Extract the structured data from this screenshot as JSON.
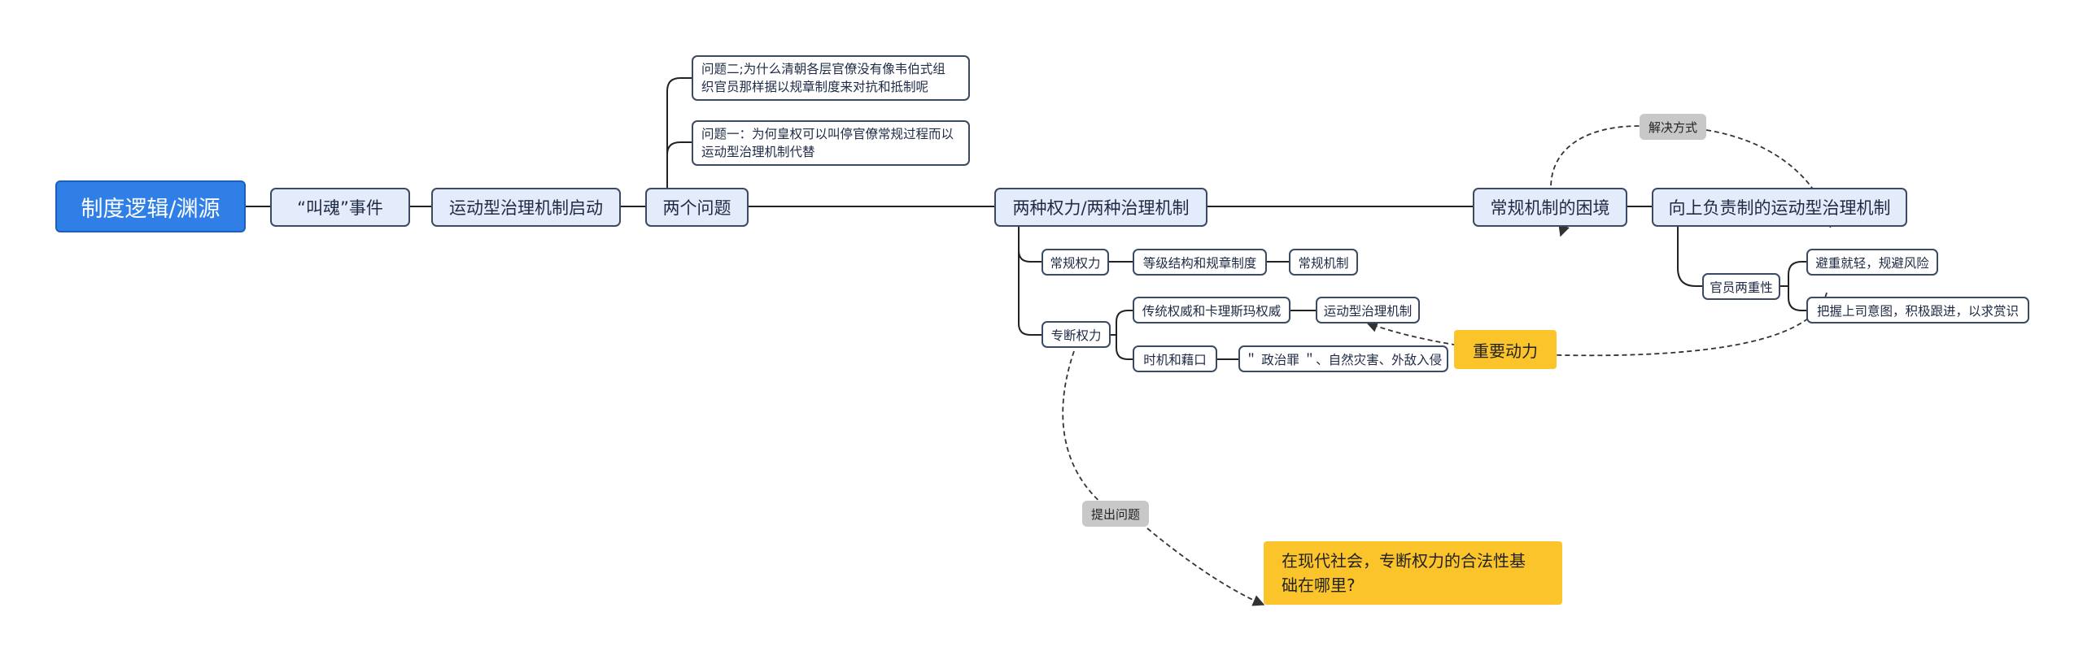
{
  "diagram": {
    "root": "制度逻辑/渊源",
    "event": "“叫魂”事件",
    "launch": "运动型治理机制启动",
    "two_questions": "两个问题",
    "question_two": [
      "问题二;为什么清朝各层官僚没有像韦伯式组",
      "织官员那样据以规章制度来对抗和抵制呢"
    ],
    "question_one": [
      "问题一：为何皇权可以叫停官僚常规过程而以",
      "运动型治理机制代替"
    ],
    "two_powers": "两种权力/两种治理机制",
    "routine_power": "常规权力",
    "hierarchy": "等级结构和规章制度",
    "routine_mechanism": "常规机制",
    "arbitrary_power": "专断权力",
    "traditional_authority": "传统权威和卡理斯玛权威",
    "campaign_mechanism": "运动型治理机制",
    "timing_pretext": "时机和藉口",
    "pretexts": "＂ 政治罪 ＂、自然灾害、外敌入侵",
    "dilemma": "常规机制的困境",
    "upward_accountability": "向上负责制的运动型治理机制",
    "official_duality": "官员两重性",
    "avoid_risk": "避重就轻，规避风险",
    "follow_superior": "把握上司意图，积极跟进，以求赏识",
    "important_drive": "重要动力",
    "solution_label": "解决方式",
    "raise_question_label": "提出问题",
    "modern_question": [
      "在现代社会，专断权力的合法性基",
      "础在哪里?"
    ]
  },
  "colors": {
    "root_fill": "#2f7fe6",
    "main_fill": "#e4ecfb",
    "node_border": "#3b4b63",
    "highlight": "#fbc42a",
    "tag_fill": "#c8c8c8"
  }
}
